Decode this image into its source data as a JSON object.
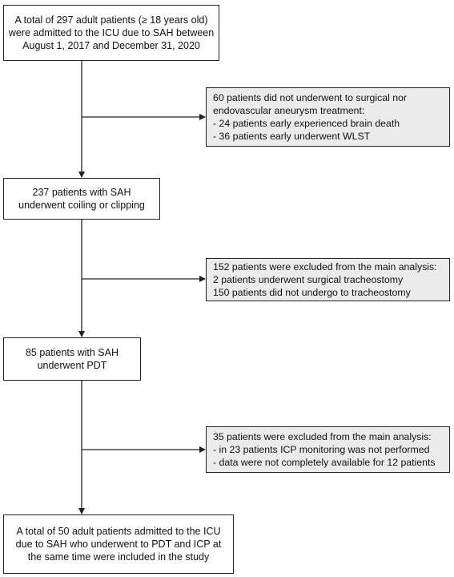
{
  "flowchart": {
    "main_boxes": [
      {
        "lines": [
          "A total of 297 adult patients (≥ 18 years old)",
          "were admitted to the ICU due to SAH between",
          "August 1, 2017 and December 31, 2020"
        ]
      },
      {
        "lines": [
          "237 patients with SAH",
          "underwent coiling or clipping"
        ]
      },
      {
        "lines": [
          "85 patients with SAH",
          "underwent PDT"
        ]
      },
      {
        "lines": [
          "A total of 50 adult patients admitted to the ICU",
          "due to SAH who underwent to PDT and ICP at",
          "the same time were included in the study"
        ]
      }
    ],
    "exclusion_boxes": [
      {
        "lines": [
          "60 patients did not underwent to surgical nor",
          "endovascular aneurysm treatment:",
          "- 24 patients early experienced brain death",
          "- 36 patients early underwent WLST"
        ]
      },
      {
        "lines": [
          "152 patients were excluded from the main analysis:",
          "2 patients underwent surgical tracheostomy",
          "150 patients did not undergo to tracheostomy"
        ]
      },
      {
        "lines": [
          "35 patients were excluded from the main analysis:",
          "- in 23 patients ICP monitoring was not performed",
          "- data were not completely available for 12 patients"
        ]
      }
    ]
  }
}
